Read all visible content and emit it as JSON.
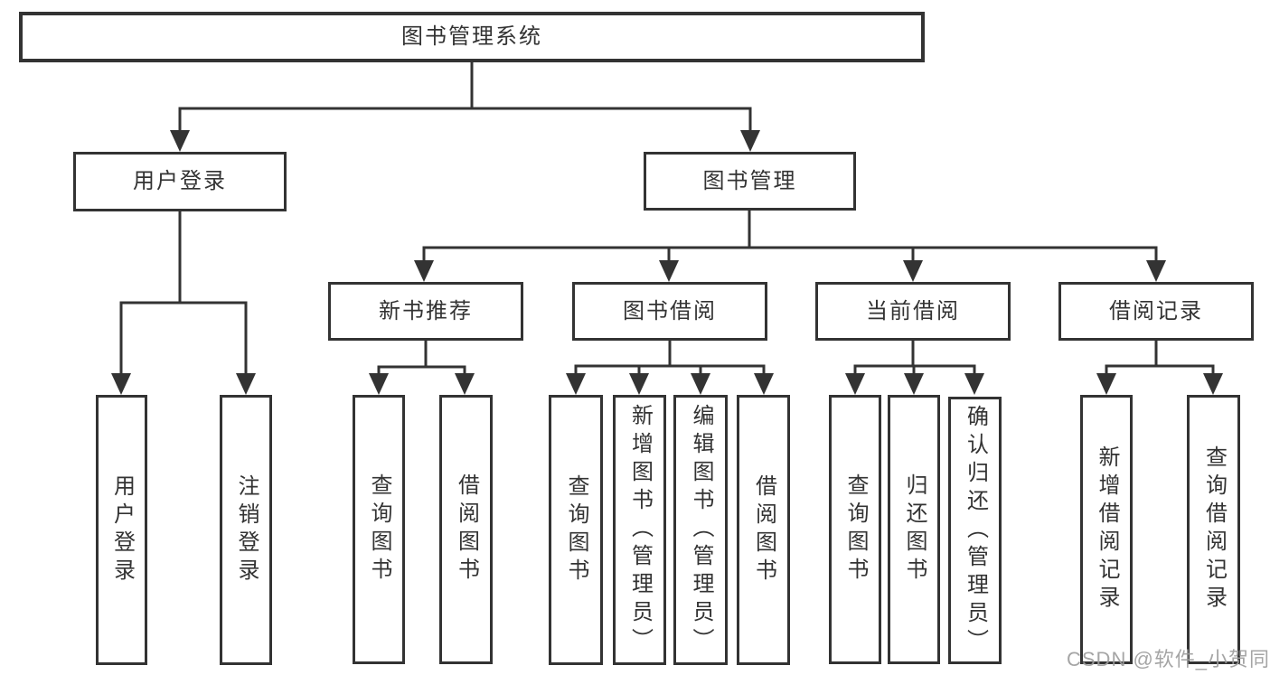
{
  "diagram": {
    "root": {
      "label": "图书管理系统"
    },
    "login": {
      "label": "用户登录",
      "children": [
        {
          "label": "用户登录"
        },
        {
          "label": "注销登录"
        }
      ]
    },
    "mgmt": {
      "label": "图书管理",
      "children": [
        {
          "label": "新书推荐",
          "children": [
            {
              "label": "查询图书"
            },
            {
              "label": "借阅图书"
            }
          ]
        },
        {
          "label": "图书借阅",
          "children": [
            {
              "label": "查询图书"
            },
            {
              "label": "新增图书（管理员）"
            },
            {
              "label": "编辑图书（管理员）"
            },
            {
              "label": "借阅图书"
            }
          ]
        },
        {
          "label": "当前借阅",
          "children": [
            {
              "label": "查询图书"
            },
            {
              "label": "归还图书"
            },
            {
              "label": "确认归还（管理员）"
            }
          ]
        },
        {
          "label": "借阅记录",
          "children": [
            {
              "label": "新增借阅记录"
            },
            {
              "label": "查询借阅记录"
            }
          ]
        }
      ]
    }
  },
  "watermark": {
    "text": "CSDN @软件_小贺同学"
  },
  "colors": {
    "line": "#333333",
    "text": "#333333",
    "background": "#ffffff",
    "watermark": "#9e9e9e"
  }
}
